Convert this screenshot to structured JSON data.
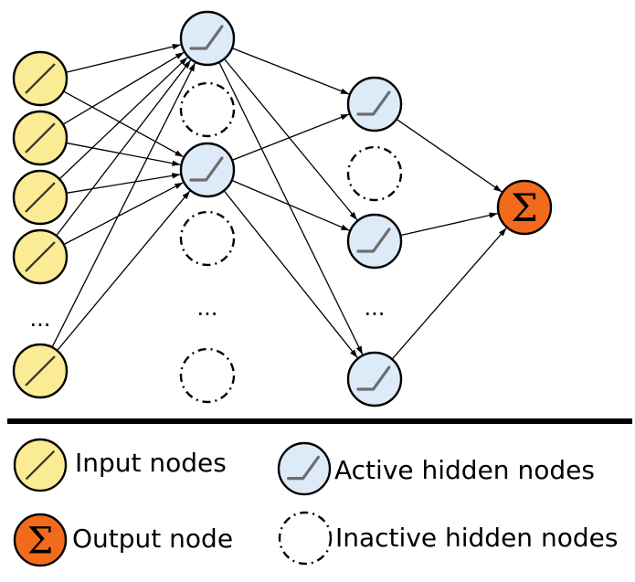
{
  "colors": {
    "input_fill": "#fbeb94",
    "active_fill": "#dcebf7",
    "output_fill": "#f26b1d",
    "stroke": "#000000",
    "activation_stroke": "#6e6e6e"
  },
  "network": {
    "input_layer": {
      "node_icon": "linear-activation-icon",
      "nodes_shown": 5,
      "ellipsis": "..."
    },
    "hidden_layer_1": {
      "node_icon": "relu-activation-icon",
      "pattern": [
        "active",
        "inactive",
        "active",
        "inactive",
        "ellipsis",
        "inactive"
      ],
      "ellipsis": "..."
    },
    "hidden_layer_2": {
      "node_icon": "relu-activation-icon",
      "pattern": [
        "active",
        "inactive",
        "active",
        "ellipsis",
        "active"
      ],
      "ellipsis": "..."
    },
    "output_node": {
      "symbol": "Σ"
    }
  },
  "legend": {
    "input_nodes": "Input nodes",
    "output_node": "Output node",
    "active_hidden_nodes": "Active hidden nodes",
    "inactive_hidden_nodes": "Inactive hidden nodes",
    "output_symbol": "Σ"
  }
}
